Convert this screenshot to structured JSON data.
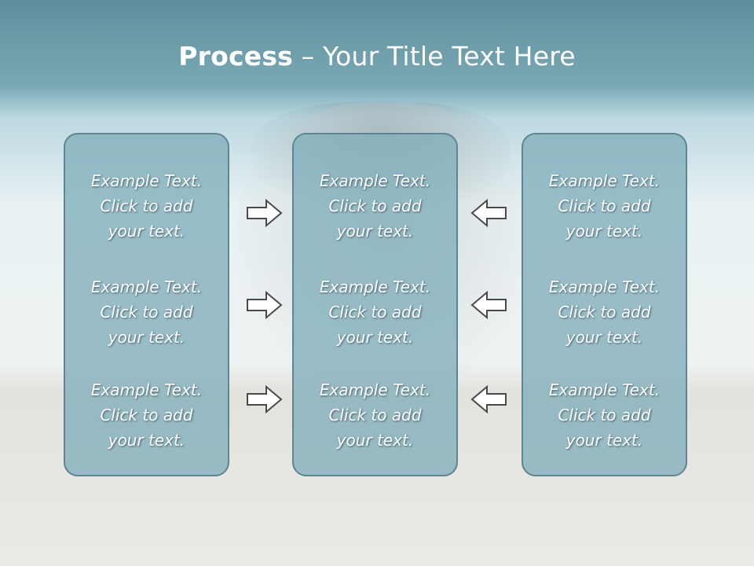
{
  "slide": {
    "title_bold": "Process",
    "title_rest": " – Your Title Text Here"
  },
  "columns": [
    {
      "items": [
        {
          "line1": "Example Text.",
          "line2": "Click  to add",
          "line3": "your text."
        },
        {
          "line1": "Example Text.",
          "line2": "Click  to add",
          "line3": "your text."
        },
        {
          "line1": "Example Text.",
          "line2": "Click  to add",
          "line3": "your text."
        }
      ]
    },
    {
      "items": [
        {
          "line1": "Example Text.",
          "line2": "Click  to add",
          "line3": "your text."
        },
        {
          "line1": "Example Text.",
          "line2": "Click  to add",
          "line3": "your text."
        },
        {
          "line1": "Example Text.",
          "line2": "Click  to add",
          "line3": "your text."
        }
      ]
    },
    {
      "items": [
        {
          "line1": "Example Text.",
          "line2": "Click  to add",
          "line3": "your text."
        },
        {
          "line1": "Example Text.",
          "line2": "Click  to add",
          "line3": "your text."
        },
        {
          "line1": "Example Text.",
          "line2": "Click  to add",
          "line3": "your text."
        }
      ]
    }
  ],
  "arrows": {
    "left_group": [
      "right-arrow-icon",
      "right-arrow-icon",
      "right-arrow-icon"
    ],
    "right_group": [
      "left-arrow-icon",
      "left-arrow-icon",
      "left-arrow-icon"
    ]
  },
  "colors": {
    "header": "#6a9ba7",
    "box_fill": "#80aebb",
    "box_border": "#5e8591",
    "text": "#ffffff"
  }
}
